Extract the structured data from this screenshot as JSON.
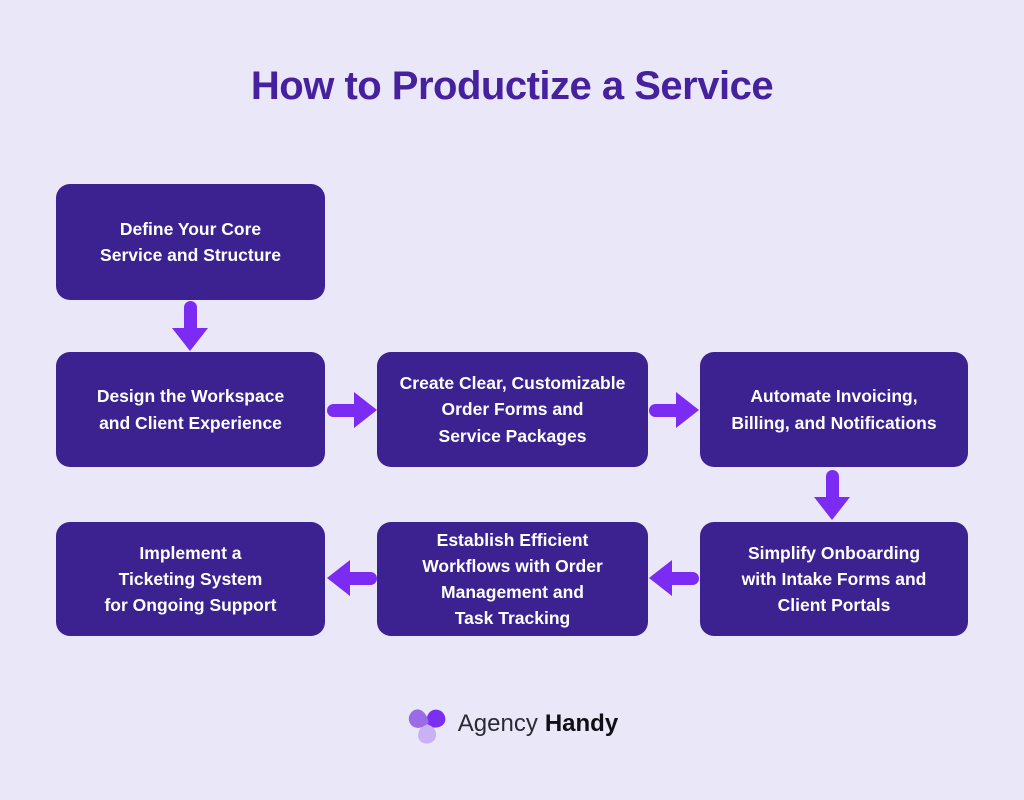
{
  "page": {
    "title": "How to Productize a Service"
  },
  "colors": {
    "bg": "#EAE7F8",
    "box": "#3B2290",
    "arrow": "#7C2BF2",
    "title": "#46219E",
    "box_text": "#FFFFFF"
  },
  "steps": [
    {
      "id": "define-core-service",
      "text": "Define Your Core\nService and Structure"
    },
    {
      "id": "design-workspace",
      "text": "Design the Workspace\nand Client Experience"
    },
    {
      "id": "create-order-forms",
      "text": "Create Clear, Customizable\nOrder Forms and\nService Packages"
    },
    {
      "id": "automate-invoicing",
      "text": "Automate Invoicing,\nBilling, and Notifications"
    },
    {
      "id": "simplify-onboarding",
      "text": "Simplify Onboarding\nwith Intake Forms and\nClient Portals"
    },
    {
      "id": "establish-workflows",
      "text": "Establish Efficient\nWorkflows with Order\nManagement and\nTask Tracking"
    },
    {
      "id": "implement-ticketing",
      "text": "Implement a\nTicketing System\nfor Ongoing Support"
    }
  ],
  "arrows": [
    {
      "from": "define-core-service",
      "to": "design-workspace",
      "direction": "down"
    },
    {
      "from": "design-workspace",
      "to": "create-order-forms",
      "direction": "right"
    },
    {
      "from": "create-order-forms",
      "to": "automate-invoicing",
      "direction": "right"
    },
    {
      "from": "automate-invoicing",
      "to": "simplify-onboarding",
      "direction": "down"
    },
    {
      "from": "simplify-onboarding",
      "to": "establish-workflows",
      "direction": "left"
    },
    {
      "from": "establish-workflows",
      "to": "implement-ticketing",
      "direction": "left"
    }
  ],
  "footer": {
    "brand_first": "Agency",
    "brand_second": "Handy",
    "logo": {
      "petal_vivid": "#7B2FF2",
      "petal_medium": "#9C6BE8",
      "petal_light": "#C8B2F4"
    }
  }
}
